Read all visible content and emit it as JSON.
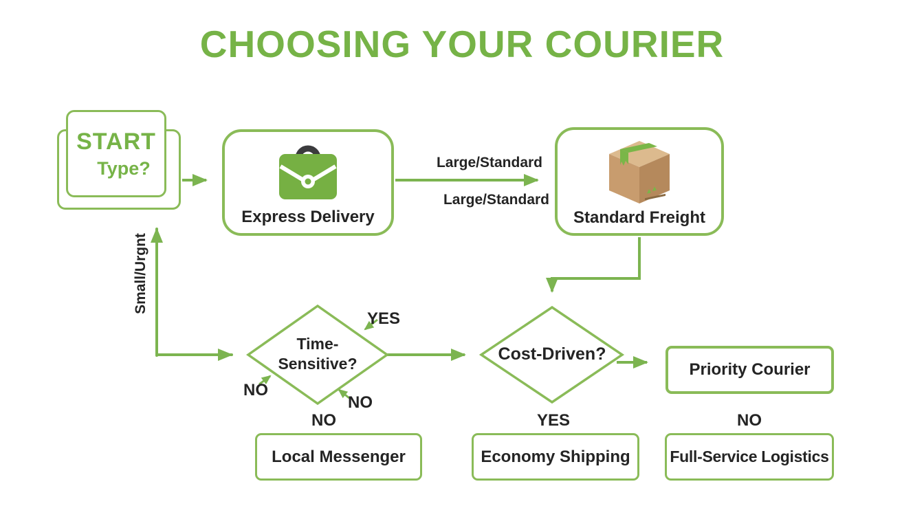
{
  "title": "CHOOSING YOUR COURIER",
  "colors": {
    "title_green": "#76b347",
    "border_green": "#8abb58",
    "line_green": "#7cb450",
    "text_dark": "#242424",
    "briefcase_green": "#76b043",
    "carton_top": "#dcba8e",
    "carton_front": "#c89c6e",
    "carton_side": "#b5895c"
  },
  "start": {
    "line1": "START",
    "line2": "Type?"
  },
  "nodes": {
    "express": {
      "label": "Express Delivery",
      "icon": "briefcase-icon"
    },
    "freight": {
      "label": "Standard Freight",
      "icon": "package-icon"
    },
    "time_sensitive": {
      "line1": "Time-",
      "line2": "Sensitive?"
    },
    "cost_driven": {
      "label": "Cost-Driven?"
    },
    "priority": {
      "label": "Priority Courier"
    },
    "local": {
      "label": "Local Messenger"
    },
    "economy": {
      "label": "Economy Shipping"
    },
    "full_service": {
      "label": "Full-Service Logistics"
    }
  },
  "edge_labels": {
    "large_standard_top": "Large/Standard",
    "large_standard_bottom": "Large/Standard",
    "small_urgent": "Small/Urgnt",
    "yes_top_right": "YES",
    "no_bottom_left": "NO",
    "no_bottom_right": "NO",
    "no_below_time": "NO",
    "yes_below_cost": "YES",
    "no_below_priority": "NO"
  }
}
